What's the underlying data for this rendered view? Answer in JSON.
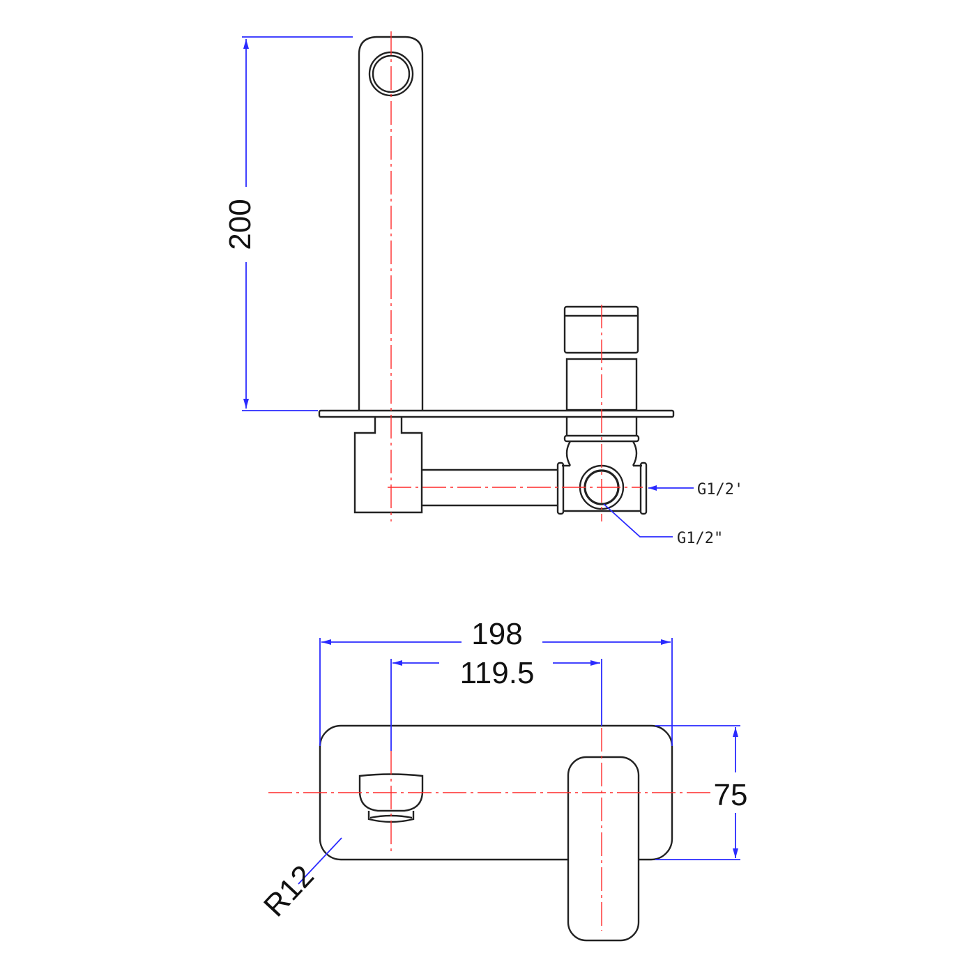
{
  "drawing": {
    "title": "Wall-mounted basin mixer technical drawing",
    "colors": {
      "outline": "#222222",
      "centerline": "#ff2a2a",
      "dimension": "#2a2aff",
      "text": "#111111",
      "background": "#ffffff"
    },
    "side_view": {
      "dimensions": {
        "spout_height": "200"
      },
      "callouts": {
        "inlet_side": "G1/2'",
        "inlet_bottom": "G1/2\""
      }
    },
    "front_view": {
      "dimensions": {
        "overall_width": "198",
        "centers_distance": "119.5",
        "plate_height": "75",
        "corner_radius": "R12"
      }
    }
  }
}
